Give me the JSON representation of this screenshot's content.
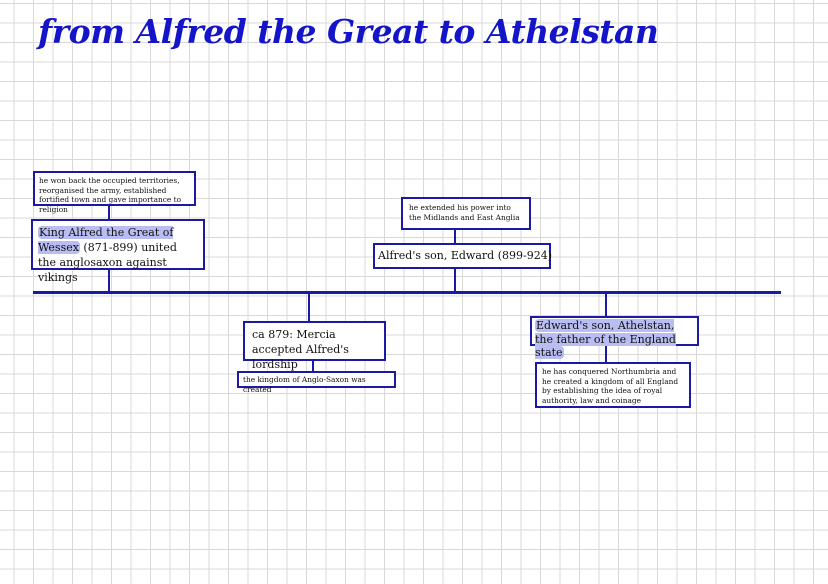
{
  "title": "from Alfred the Great to Athelstan",
  "timeline": {
    "events": [
      {
        "main_highlight": "King Alfred the Great of Wessex",
        "main_rest": " (871-899) united the anglosaxon against vikings",
        "detail": "he won back the occupied territories, reorganised the army, established fortified town and gave importance to religion"
      },
      {
        "main": "ca 879: Mercia accepted Alfred's lordship",
        "detail": "the kingdom of Anglo-Saxon was created"
      },
      {
        "main": "Alfred's son, Edward (899-924)",
        "detail": "he extended his power into the Midlands and East Anglia"
      },
      {
        "main_highlight": "Edward's son, Athelstan, the father of the England state",
        "detail": "he has conquered Northumbria and he created a kingdom of all England by establishing the idea of royal authority, law and coinage"
      }
    ]
  },
  "colors": {
    "accent": "#1a1aa6",
    "highlight": "#b9bdf2",
    "title": "#1414c8"
  }
}
